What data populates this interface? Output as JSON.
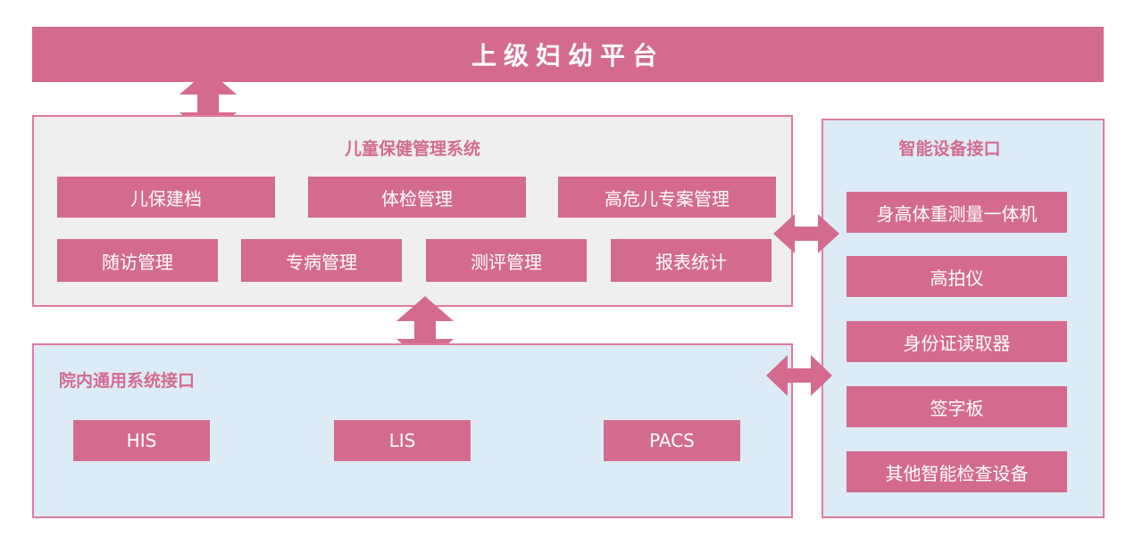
{
  "header": {
    "title": "上级妇幼平台"
  },
  "child_health": {
    "title": "儿童保健管理系统",
    "row1": [
      "儿保建档",
      "体检管理",
      "高危儿专案管理"
    ],
    "row2": [
      "随访管理",
      "专病管理",
      "测评管理",
      "报表统计"
    ]
  },
  "hospital": {
    "title": "院内通用系统接口",
    "items": [
      "HIS",
      "LIS",
      "PACS"
    ]
  },
  "devices": {
    "title": "智能设备接口",
    "items": [
      "身高体重测量一体机",
      "高拍仪",
      "身份证读取器",
      "签字板",
      "其他智能检查设备"
    ]
  },
  "colors": {
    "accent": "#d46b8f",
    "gray_panel": "#efefef",
    "blue_panel": "#dcebf6",
    "border": "#e07aa0"
  }
}
